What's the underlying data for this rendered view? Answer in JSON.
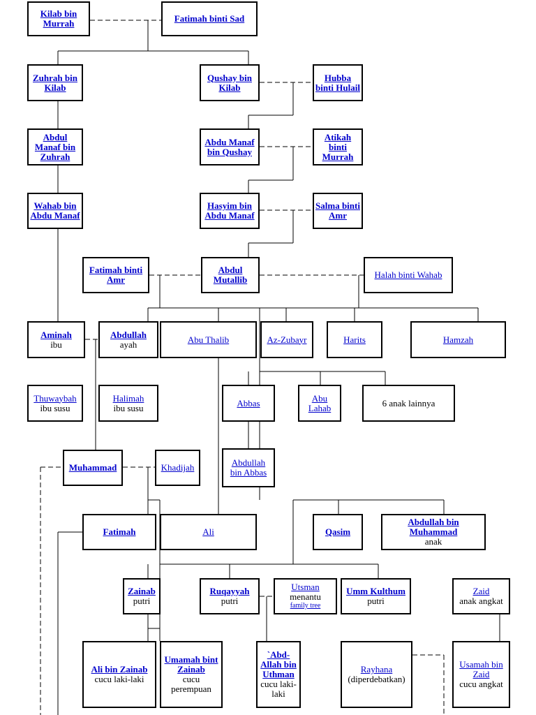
{
  "colors": {
    "link": "#0000cc",
    "text": "#000000",
    "border": "#000000",
    "background": "#ffffff"
  },
  "people": {
    "kilab": {
      "name": "Kilab bin Murrah"
    },
    "fatimah_sad": {
      "name": "Fatimah binti Sad"
    },
    "zuhrah": {
      "name": "Zuhrah bin Kilab"
    },
    "qushay": {
      "name": "Qushay bin Kilab"
    },
    "hubba": {
      "name": "Hubba binti Hulail"
    },
    "abdul_manaf_zuhrah": {
      "name": "Abdul Manaf bin Zuhrah"
    },
    "abdu_manaf_qushay": {
      "name": "Abdu Manaf bin Qushay"
    },
    "atikah": {
      "name": "Atikah binti Murrah"
    },
    "wahab": {
      "name": "Wahab bin Abdu Manaf"
    },
    "hasyim": {
      "name": "Hasyim bin Abdu Manaf"
    },
    "salma": {
      "name": "Salma binti Amr"
    },
    "fatimah_amr": {
      "name": "Fatimah binti Amr"
    },
    "abdul_mutallib": {
      "name": "Abdul Mutallib"
    },
    "halah": {
      "name": "Halah binti Wahab"
    },
    "aminah": {
      "name": "Aminah",
      "role": "ibu"
    },
    "abdullah": {
      "name": "Abdullah",
      "role": "ayah"
    },
    "abu_thalib": {
      "name": "Abu Thalib"
    },
    "az_zubayr": {
      "name": "Az-Zubayr"
    },
    "harits": {
      "name": "Harits"
    },
    "hamzah": {
      "name": "Hamzah"
    },
    "thuwaybah": {
      "name": "Thuwaybah",
      "role": "ibu susu"
    },
    "halimah": {
      "name": "Halimah",
      "role": "ibu susu"
    },
    "abbas": {
      "name": "Abbas"
    },
    "abu_lahab": {
      "name": "Abu Lahab"
    },
    "anak_lainnya": {
      "text": "6 anak lainnya"
    },
    "muhammad": {
      "name": "Muhammad"
    },
    "khadijah": {
      "name": "Khadijah"
    },
    "abdullah_abbas": {
      "name": "Abdullah bin Abbas"
    },
    "fatimah": {
      "name": "Fatimah"
    },
    "ali": {
      "name": "Ali"
    },
    "qasim": {
      "name": "Qasim"
    },
    "abdullah_muhammad": {
      "name": "Abdullah bin Muhammad",
      "role": "anak"
    },
    "zainab": {
      "name": "Zainab",
      "role": "putri"
    },
    "ruqayyah": {
      "name": "Ruqayyah",
      "role": "putri"
    },
    "utsman": {
      "name": "Utsman",
      "role": "menantu",
      "link": "family tree"
    },
    "umm_kulthum": {
      "name": "Umm Kulthum",
      "role": "putri"
    },
    "zaid": {
      "name": "Zaid",
      "role": "anak angkat"
    },
    "ali_zainab": {
      "name": "Ali bin Zainab",
      "role": "cucu laki-laki"
    },
    "umamah": {
      "name": "Umamah bint Zainab",
      "role": "cucu perempuan"
    },
    "abd_allah_uthman": {
      "name": "`Abd-Allah bin Uthman",
      "role": "cucu laki-laki"
    },
    "rayhana": {
      "name": "Rayhana",
      "role": "(diperdebatkan)"
    },
    "usamah": {
      "name": "Usamah bin Zaid",
      "role": "cucu angkat"
    }
  }
}
